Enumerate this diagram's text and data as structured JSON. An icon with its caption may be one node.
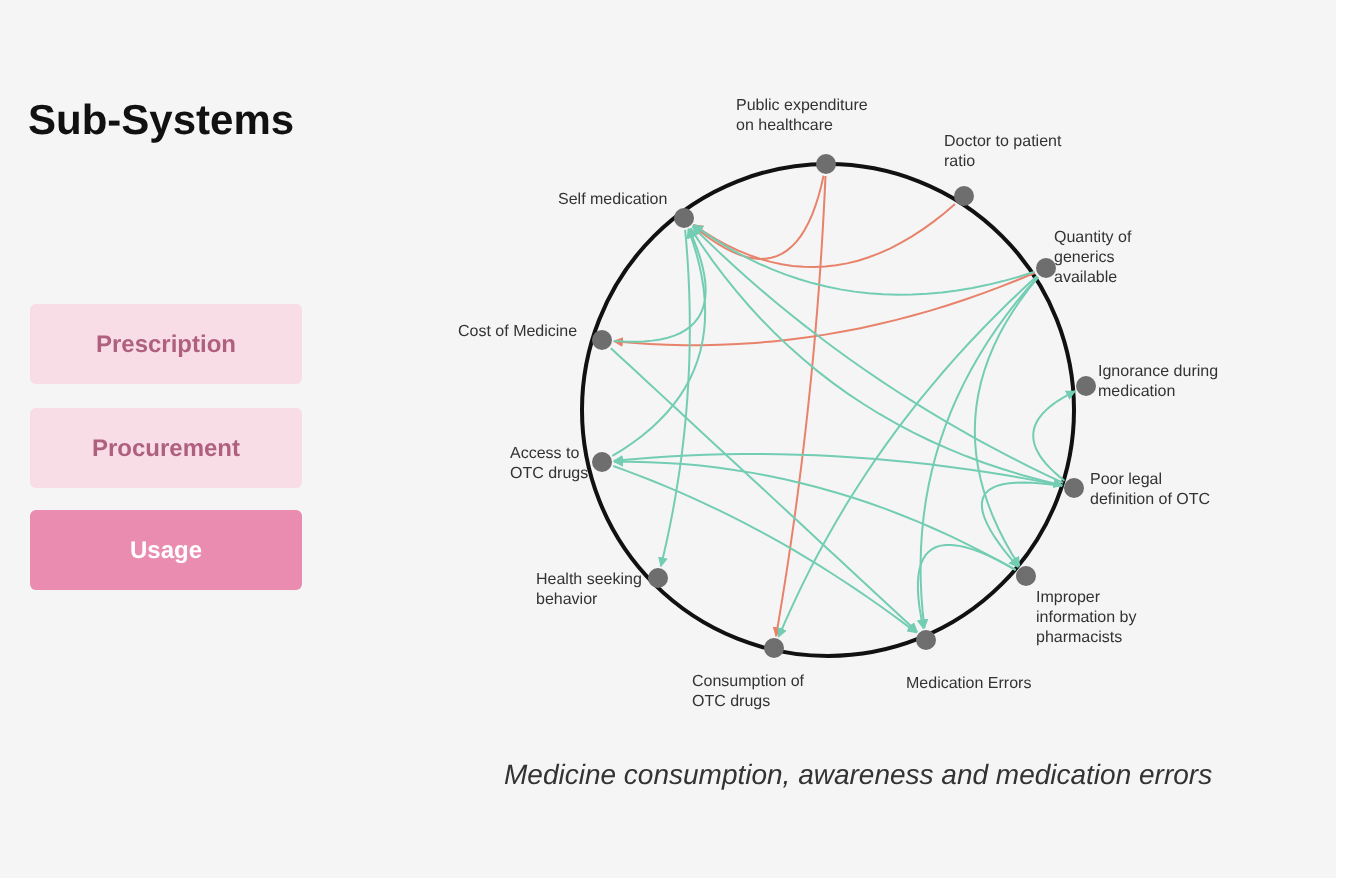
{
  "diagram": {
    "title": "Sub-Systems",
    "caption": "Medicine consumption, awareness and medication errors",
    "nodes": [
      {
        "text": [
          "Prescription"
        ]
      },
      {
        "text": [
          "Procurement"
        ]
      },
      {
        "text": [
          "Usage"
        ]
      },
      {
        "text": [
          "Public expenditure on healthcare"
        ]
      },
      {
        "text": [
          "Doctor to patient ratio"
        ]
      },
      {
        "text": [
          "Quantity of generics available"
        ]
      },
      {
        "text": [
          "Ignorance during medication"
        ]
      },
      {
        "text": [
          "Poor legal definition of OTC"
        ]
      },
      {
        "text": [
          "Improper information by pharmacists"
        ]
      },
      {
        "text": [
          "Medication Errors"
        ]
      },
      {
        "text": [
          "Consumption of OTC drugs"
        ]
      },
      {
        "text": [
          "Health seeking behavior"
        ]
      },
      {
        "text": [
          "Access to OTC drugs"
        ]
      },
      {
        "text": [
          "Cost of Medicine"
        ]
      },
      {
        "text": [
          "Self medication"
        ]
      }
    ],
    "edges": [
      {
        "from": 3,
        "to": 10,
        "arrow": "to",
        "color": "#e8826b"
      },
      {
        "from": 3,
        "to": 14,
        "arrow": "to",
        "color": "#e8826b"
      },
      {
        "from": 4,
        "to": 14,
        "arrow": "to",
        "color": "#e8826b"
      },
      {
        "from": 5,
        "to": 13,
        "arrow": "to",
        "color": "#e8826b"
      },
      {
        "from": 13,
        "to": 14,
        "arrow": "to"
      },
      {
        "from": 12,
        "to": 14,
        "arrow": "to"
      },
      {
        "from": 14,
        "to": 11,
        "arrow": "to"
      },
      {
        "from": 5,
        "to": 10,
        "arrow": "to"
      },
      {
        "from": 5,
        "to": 14,
        "arrow": "to"
      },
      {
        "from": 7,
        "to": 14,
        "arrow": "to"
      },
      {
        "from": 14,
        "to": 7,
        "arrow": "to"
      },
      {
        "from": 7,
        "to": 12,
        "arrow": "to"
      },
      {
        "from": 8,
        "to": 12,
        "arrow": "to"
      },
      {
        "from": 5,
        "to": 8,
        "arrow": "to"
      },
      {
        "from": 7,
        "to": 8,
        "arrow": "to"
      },
      {
        "from": 8,
        "to": 9,
        "arrow": "to"
      },
      {
        "from": 12,
        "to": 9,
        "arrow": "to"
      },
      {
        "from": 5,
        "to": 9,
        "arrow": "to"
      },
      {
        "from": 7,
        "to": 6,
        "arrow": "to"
      },
      {
        "from": 13,
        "to": 9,
        "arrow": "to"
      }
    ]
  }
}
